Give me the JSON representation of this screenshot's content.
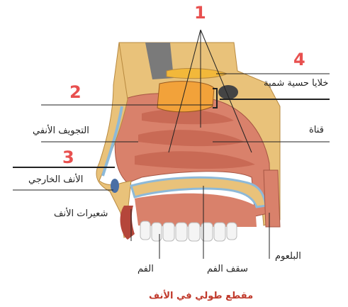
{
  "numbers": {
    "n1": "1",
    "n2": "2",
    "n3": "3",
    "n4": "4"
  },
  "labels": {
    "olfactory_cells": "خلايا حسية شمية",
    "nasal_cavity": "التجويف الأنفي",
    "canal": "قناة",
    "external_nose": "الأنف الخارجي",
    "nose_hairs": "شعيرات الأنف",
    "mouth": "الفم",
    "palate": "سقف الفم",
    "pharynx": "البلعوم"
  },
  "caption": "مقطع طولي في الأنف",
  "colors": {
    "number": "#e8504f",
    "caption": "#c0392b",
    "tissue": "#d9816b",
    "bone": "#e9c27a",
    "bulb": "#f2b83a",
    "mucosa": "#8db9d8",
    "line": "#222222"
  }
}
